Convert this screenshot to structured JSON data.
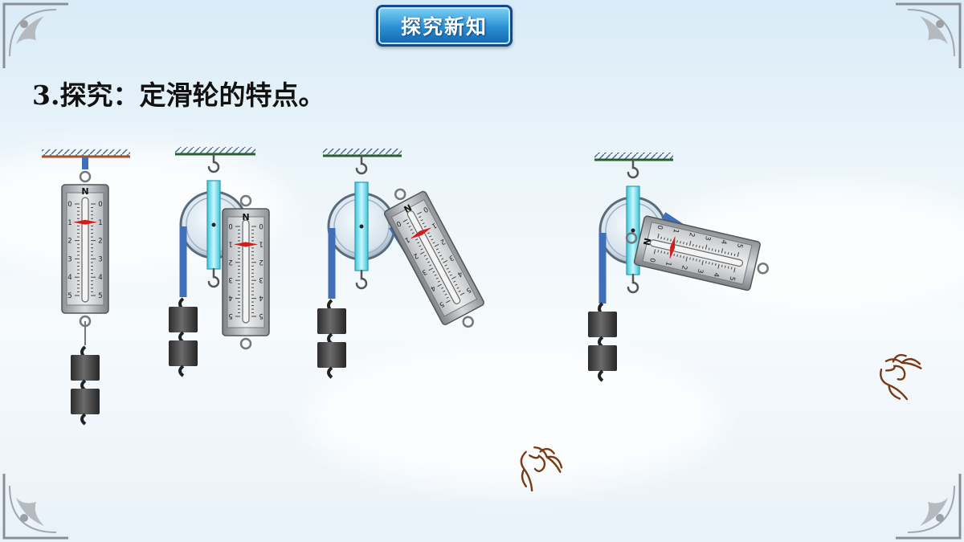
{
  "section_badge": "探究新知",
  "heading": "3.探究：定滑轮的特点。",
  "colors": {
    "rope": "#3f6fb8",
    "axle": "#7fe6f0",
    "pulley": "#dfe9f2",
    "weight": "#3a3a3a",
    "needle": "#d21d1d",
    "hand": "#7a3a14",
    "badge": "#2a8fd3"
  },
  "scale": {
    "unit": "N",
    "ticks": [
      "0",
      "1",
      "2",
      "3",
      "4",
      "5"
    ],
    "ticks_rev": [
      "5",
      "4",
      "3",
      "2",
      "1",
      "0"
    ]
  },
  "readings": [
    {
      "setup": "direct",
      "value_N": 1
    },
    {
      "setup": "pulley-vertical",
      "value_N": 1
    },
    {
      "setup": "pulley-slant",
      "value_N": 1
    },
    {
      "setup": "pulley-shallow",
      "value_N": 1
    }
  ],
  "icons": [
    "hook-icon",
    "hand-icon",
    "weight-icon",
    "pulley-icon",
    "ceiling-icon"
  ]
}
